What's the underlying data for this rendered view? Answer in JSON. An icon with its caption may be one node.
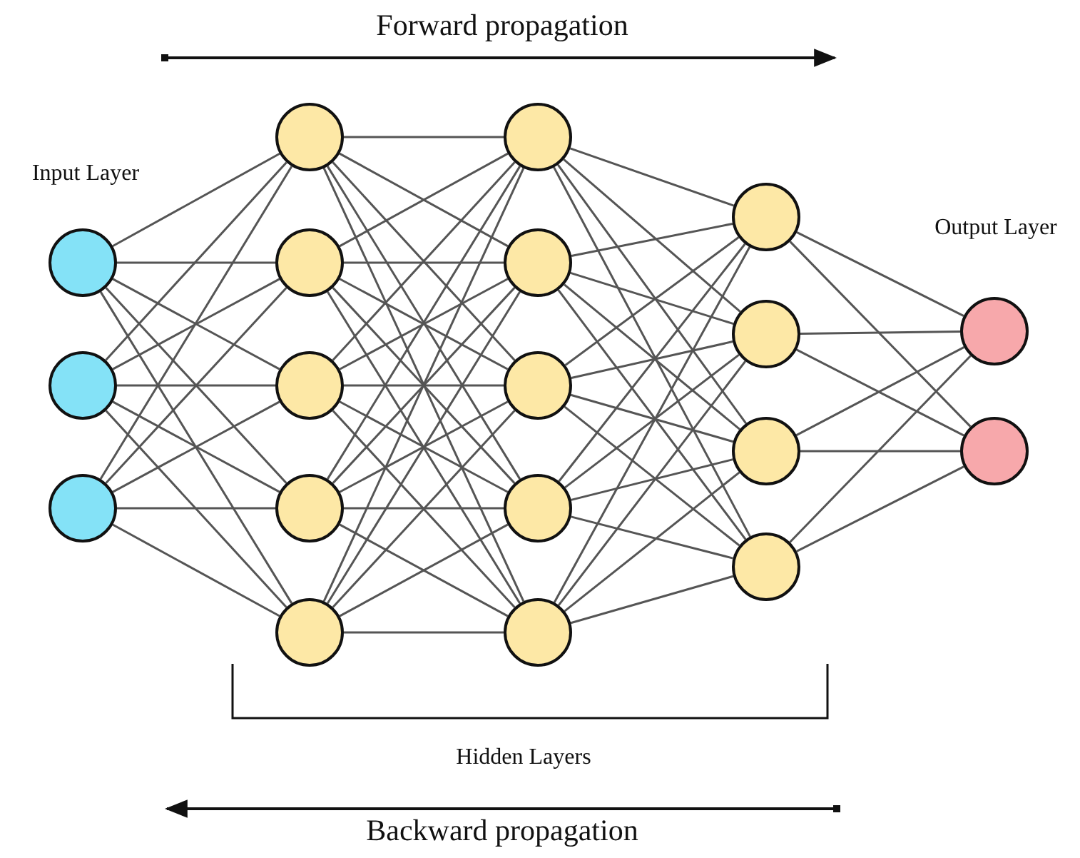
{
  "diagram": {
    "nodes": [
      {
        "text": [],
        "shape": "circle"
      },
      {
        "text": [],
        "shape": "circle"
      },
      {
        "text": [],
        "shape": "circle"
      },
      {
        "text": [],
        "shape": "circle"
      },
      {
        "text": [],
        "shape": "circle"
      },
      {
        "text": [],
        "shape": "circle"
      },
      {
        "text": [],
        "shape": "circle"
      },
      {
        "text": [],
        "shape": "circle"
      },
      {
        "text": [],
        "shape": "circle"
      },
      {
        "text": [],
        "shape": "circle"
      },
      {
        "text": [],
        "shape": "circle"
      },
      {
        "text": [],
        "shape": "circle"
      },
      {
        "text": [],
        "shape": "circle"
      },
      {
        "text": [],
        "shape": "circle"
      },
      {
        "text": [],
        "shape": "circle"
      },
      {
        "text": [],
        "shape": "circle"
      },
      {
        "text": [],
        "shape": "circle"
      },
      {
        "text": [],
        "shape": "circle"
      },
      {
        "text": [],
        "shape": "circle"
      }
    ],
    "edges": [
      {
        "from": 0,
        "to": 3,
        "arrow": "none"
      },
      {
        "from": 0,
        "to": 4,
        "arrow": "none"
      },
      {
        "from": 0,
        "to": 5,
        "arrow": "none"
      },
      {
        "from": 0,
        "to": 6,
        "arrow": "none"
      },
      {
        "from": 0,
        "to": 7,
        "arrow": "none"
      },
      {
        "from": 1,
        "to": 3,
        "arrow": "none"
      },
      {
        "from": 1,
        "to": 4,
        "arrow": "none"
      },
      {
        "from": 1,
        "to": 5,
        "arrow": "none"
      },
      {
        "from": 1,
        "to": 6,
        "arrow": "none"
      },
      {
        "from": 1,
        "to": 7,
        "arrow": "none"
      },
      {
        "from": 2,
        "to": 3,
        "arrow": "none"
      },
      {
        "from": 2,
        "to": 4,
        "arrow": "none"
      },
      {
        "from": 2,
        "to": 5,
        "arrow": "none"
      },
      {
        "from": 2,
        "to": 6,
        "arrow": "none"
      },
      {
        "from": 2,
        "to": 7,
        "arrow": "none"
      },
      {
        "from": 3,
        "to": 8,
        "arrow": "none"
      },
      {
        "from": 3,
        "to": 9,
        "arrow": "none"
      },
      {
        "from": 3,
        "to": 10,
        "arrow": "none"
      },
      {
        "from": 3,
        "to": 11,
        "arrow": "none"
      },
      {
        "from": 3,
        "to": 12,
        "arrow": "none"
      },
      {
        "from": 4,
        "to": 8,
        "arrow": "none"
      },
      {
        "from": 4,
        "to": 9,
        "arrow": "none"
      },
      {
        "from": 4,
        "to": 10,
        "arrow": "none"
      },
      {
        "from": 4,
        "to": 11,
        "arrow": "none"
      },
      {
        "from": 4,
        "to": 12,
        "arrow": "none"
      },
      {
        "from": 5,
        "to": 8,
        "arrow": "none"
      },
      {
        "from": 5,
        "to": 9,
        "arrow": "none"
      },
      {
        "from": 5,
        "to": 10,
        "arrow": "none"
      },
      {
        "from": 5,
        "to": 11,
        "arrow": "none"
      },
      {
        "from": 5,
        "to": 12,
        "arrow": "none"
      },
      {
        "from": 6,
        "to": 8,
        "arrow": "none"
      },
      {
        "from": 6,
        "to": 9,
        "arrow": "none"
      },
      {
        "from": 6,
        "to": 10,
        "arrow": "none"
      },
      {
        "from": 6,
        "to": 11,
        "arrow": "none"
      },
      {
        "from": 6,
        "to": 12,
        "arrow": "none"
      },
      {
        "from": 7,
        "to": 8,
        "arrow": "none"
      },
      {
        "from": 7,
        "to": 9,
        "arrow": "none"
      },
      {
        "from": 7,
        "to": 10,
        "arrow": "none"
      },
      {
        "from": 7,
        "to": 11,
        "arrow": "none"
      },
      {
        "from": 7,
        "to": 12,
        "arrow": "none"
      },
      {
        "from": 8,
        "to": 13,
        "arrow": "none"
      },
      {
        "from": 8,
        "to": 14,
        "arrow": "none"
      },
      {
        "from": 8,
        "to": 15,
        "arrow": "none"
      },
      {
        "from": 8,
        "to": 16,
        "arrow": "none"
      },
      {
        "from": 9,
        "to": 13,
        "arrow": "none"
      },
      {
        "from": 9,
        "to": 14,
        "arrow": "none"
      },
      {
        "from": 9,
        "to": 15,
        "arrow": "none"
      },
      {
        "from": 9,
        "to": 16,
        "arrow": "none"
      },
      {
        "from": 10,
        "to": 13,
        "arrow": "none"
      },
      {
        "from": 10,
        "to": 14,
        "arrow": "none"
      },
      {
        "from": 10,
        "to": 15,
        "arrow": "none"
      },
      {
        "from": 10,
        "to": 16,
        "arrow": "none"
      },
      {
        "from": 11,
        "to": 13,
        "arrow": "none"
      },
      {
        "from": 11,
        "to": 14,
        "arrow": "none"
      },
      {
        "from": 11,
        "to": 15,
        "arrow": "none"
      },
      {
        "from": 11,
        "to": 16,
        "arrow": "none"
      },
      {
        "from": 12,
        "to": 13,
        "arrow": "none"
      },
      {
        "from": 12,
        "to": 14,
        "arrow": "none"
      },
      {
        "from": 12,
        "to": 15,
        "arrow": "none"
      },
      {
        "from": 12,
        "to": 16,
        "arrow": "none"
      },
      {
        "from": 13,
        "to": 17,
        "arrow": "none"
      },
      {
        "from": 13,
        "to": 18,
        "arrow": "none"
      },
      {
        "from": 14,
        "to": 17,
        "arrow": "none"
      },
      {
        "from": 14,
        "to": 18,
        "arrow": "none"
      },
      {
        "from": 15,
        "to": 17,
        "arrow": "none"
      },
      {
        "from": 15,
        "to": 18,
        "arrow": "none"
      },
      {
        "from": 16,
        "to": 17,
        "arrow": "none"
      },
      {
        "from": 16,
        "to": 18,
        "arrow": "none"
      }
    ],
    "labels": [
      "Forward propagation",
      "Input Layer",
      "Output Layer",
      "Hidden Layers",
      "Backward propagation"
    ]
  }
}
